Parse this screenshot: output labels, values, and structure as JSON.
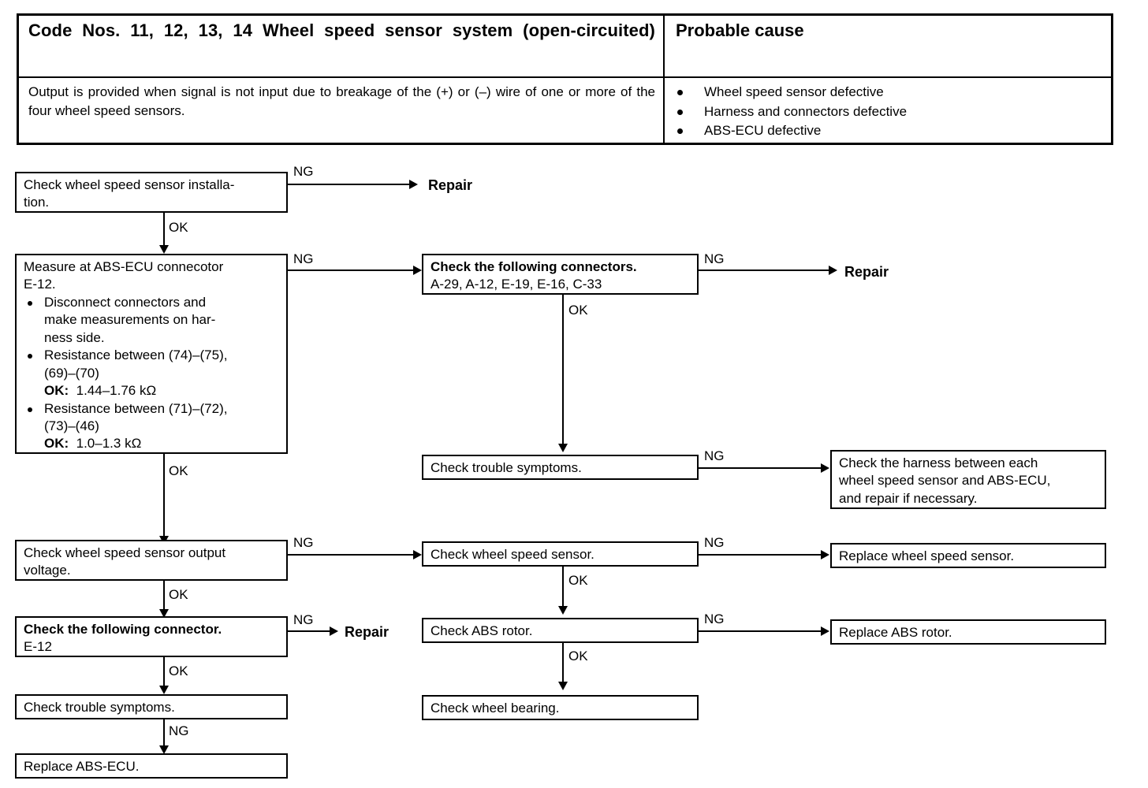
{
  "header": {
    "title_line1": "Code Nos. 11, 12, 13, 14 Wheel speed sensor system",
    "title_line2": "(open-circuited)",
    "right_title": "Probable cause",
    "description": "Output is provided when signal is not input due to breakage of the (+) or (–) wire of one or more of the four wheel speed sensors.",
    "causes": [
      "Wheel speed sensor defective",
      "Harness and connectors defective",
      "ABS-ECU defective"
    ]
  },
  "flow": {
    "box_check_installation": {
      "line1": "Check wheel speed sensor installa-",
      "line2": "tion."
    },
    "box_measure_ecu": {
      "line1": "Measure at ABS-ECU connecotor",
      "line2": "E-12.",
      "bullet1_l1": "Disconnect connectors and",
      "bullet1_l2": "make measurements on har-",
      "bullet1_l3": "ness side.",
      "bullet2_l1": "Resistance between (74)–(75),",
      "bullet2_l2": "(69)–(70)",
      "bullet2_ok_label": "OK:",
      "bullet2_ok_value": "1.44–1.76 kΩ",
      "bullet3_l1": "Resistance between (71)–(72),",
      "bullet3_l2": "(73)–(46)",
      "bullet3_ok_label": "OK:",
      "bullet3_ok_value": "1.0–1.3 kΩ"
    },
    "box_check_connectors_multi": {
      "line1": "Check the following connectors.",
      "line2": "A-29, A-12, E-19, E-16, C-33"
    },
    "box_check_trouble_mid": {
      "line1": "Check trouble symptoms."
    },
    "box_check_harness": {
      "line1": "Check the harness between each",
      "line2": "wheel speed sensor and ABS-ECU,",
      "line3": "and repair if necessary."
    },
    "box_check_output_voltage": {
      "line1": "Check wheel speed sensor output",
      "line2": "voltage."
    },
    "box_check_sensor": {
      "line1": "Check wheel speed sensor."
    },
    "box_replace_sensor": {
      "line1": "Replace wheel speed sensor."
    },
    "box_check_connector_e12": {
      "line1": "Check the following connector.",
      "line2": "E-12"
    },
    "box_check_abs_rotor": {
      "line1": "Check ABS rotor."
    },
    "box_replace_abs_rotor": {
      "line1": "Replace ABS rotor."
    },
    "box_check_trouble_left": {
      "line1": "Check trouble symptoms."
    },
    "box_check_wheel_bearing": {
      "line1": "Check wheel bearing."
    },
    "box_replace_abs_ecu": {
      "line1": "Replace ABS-ECU."
    },
    "terminals": {
      "repair_1": "Repair",
      "repair_2": "Repair",
      "repair_3": "Repair"
    },
    "edge_labels": {
      "ng_1": "NG",
      "ok_1": "OK",
      "ng_2": "NG",
      "ng_3": "NG",
      "ok_2": "OK",
      "ng_4": "NG",
      "ok_3": "OK",
      "ng_5": "NG",
      "ok_4": "OK",
      "ng_6": "NG",
      "ok_5": "OK",
      "ng_7": "NG",
      "ok_6": "OK",
      "ng_8": "NG",
      "ok_7": "OK"
    }
  }
}
